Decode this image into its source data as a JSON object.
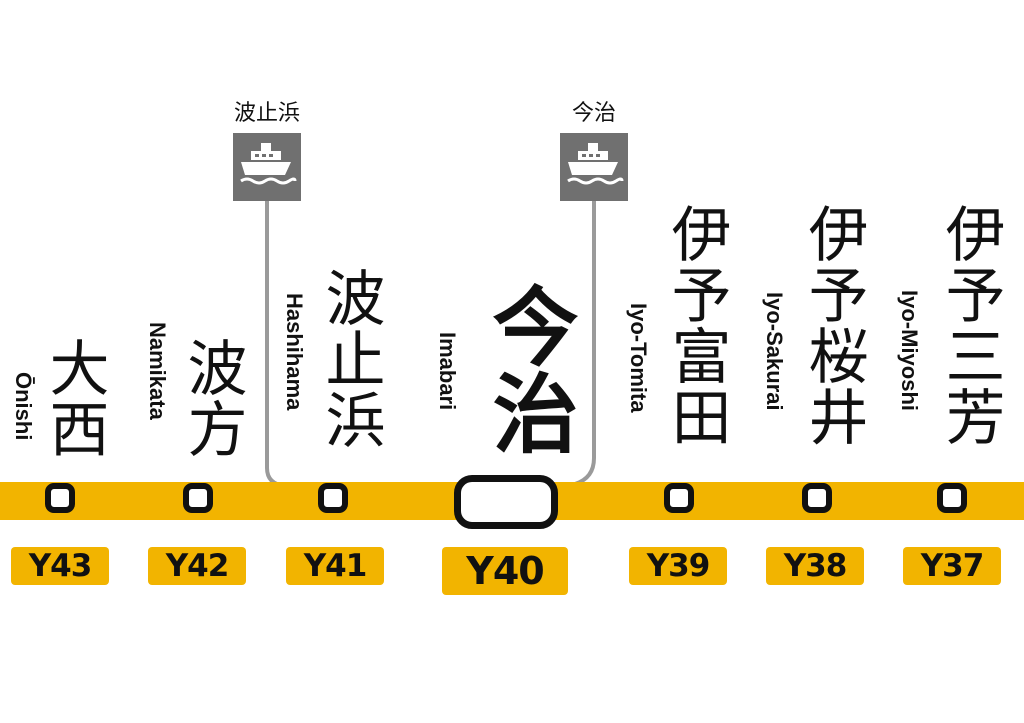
{
  "line": {
    "color": "#f2b400",
    "marker_color": "#111111"
  },
  "ferry": [
    {
      "label": "波止浜",
      "icon": "ferry-icon"
    },
    {
      "label": "今治",
      "icon": "ferry-icon"
    }
  ],
  "stations": [
    {
      "kanji": "大西",
      "romaji": "Ōnishi",
      "code": "Y43"
    },
    {
      "kanji": "波方",
      "romaji": "Namikata",
      "code": "Y42"
    },
    {
      "kanji": "波止浜",
      "romaji": "Hashihama",
      "code": "Y41"
    },
    {
      "kanji": "今治",
      "romaji": "Imabari",
      "code": "Y40",
      "major": true
    },
    {
      "kanji": "伊予富田",
      "romaji": "Iyo-Tomita",
      "code": "Y39"
    },
    {
      "kanji": "伊予桜井",
      "romaji": "Iyo-Sakurai",
      "code": "Y38"
    },
    {
      "kanji": "伊予三芳",
      "romaji": "Iyo-Miyoshi",
      "code": "Y37"
    }
  ]
}
